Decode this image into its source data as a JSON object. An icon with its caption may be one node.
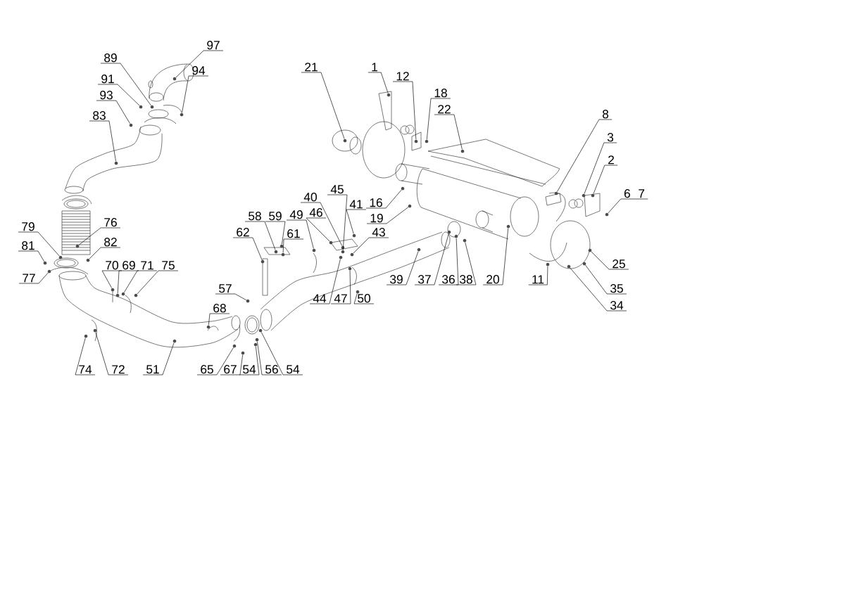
{
  "diagram": {
    "nodes": [
      {
        "text": [
          "97"
        ]
      },
      {
        "text": [
          "89"
        ]
      },
      {
        "text": [
          "94"
        ]
      },
      {
        "text": [
          "91"
        ]
      },
      {
        "text": [
          "93"
        ]
      },
      {
        "text": [
          "83"
        ]
      },
      {
        "text": [
          "21"
        ]
      },
      {
        "text": [
          "1"
        ]
      },
      {
        "text": [
          "12"
        ]
      },
      {
        "text": [
          "18"
        ]
      },
      {
        "text": [
          "22"
        ]
      },
      {
        "text": [
          "8"
        ]
      },
      {
        "text": [
          "3"
        ]
      },
      {
        "text": [
          "2"
        ]
      },
      {
        "text": [
          "6",
          "7"
        ]
      },
      {
        "text": [
          "45"
        ]
      },
      {
        "text": [
          "40"
        ]
      },
      {
        "text": [
          "16"
        ]
      },
      {
        "text": [
          "41"
        ]
      },
      {
        "text": [
          "58"
        ]
      },
      {
        "text": [
          "59"
        ]
      },
      {
        "text": [
          "49"
        ]
      },
      {
        "text": [
          "46"
        ]
      },
      {
        "text": [
          "43"
        ]
      },
      {
        "text": [
          "19"
        ]
      },
      {
        "text": [
          "76"
        ]
      },
      {
        "text": [
          "79"
        ]
      },
      {
        "text": [
          "62"
        ]
      },
      {
        "text": [
          "61"
        ]
      },
      {
        "text": [
          "82"
        ]
      },
      {
        "text": [
          "81"
        ]
      },
      {
        "text": [
          "25"
        ]
      },
      {
        "text": [
          "70"
        ]
      },
      {
        "text": [
          "69"
        ]
      },
      {
        "text": [
          "71"
        ]
      },
      {
        "text": [
          "75"
        ]
      },
      {
        "text": [
          "77"
        ]
      },
      {
        "text": [
          "39"
        ]
      },
      {
        "text": [
          "37"
        ]
      },
      {
        "text": [
          "36"
        ]
      },
      {
        "text": [
          "38"
        ]
      },
      {
        "text": [
          "20"
        ]
      },
      {
        "text": [
          "11"
        ]
      },
      {
        "text": [
          "35"
        ]
      },
      {
        "text": [
          "57"
        ]
      },
      {
        "text": [
          "44"
        ]
      },
      {
        "text": [
          "47"
        ]
      },
      {
        "text": [
          "50"
        ]
      },
      {
        "text": [
          "34"
        ]
      },
      {
        "text": [
          "68"
        ]
      },
      {
        "text": [
          "74"
        ]
      },
      {
        "text": [
          "72"
        ]
      },
      {
        "text": [
          "51"
        ]
      },
      {
        "text": [
          "65"
        ]
      },
      {
        "text": [
          "67"
        ]
      },
      {
        "text": [
          "54"
        ]
      },
      {
        "text": [
          "56"
        ]
      },
      {
        "text": [
          "54"
        ]
      },
      {
        "text": [],
        "shape": "circle"
      },
      {
        "text": [],
        "shape": "circle"
      },
      {
        "text": [],
        "shape": "circle"
      },
      {
        "text": [],
        "shape": "circle"
      },
      {
        "text": [],
        "shape": "circle"
      },
      {
        "text": [],
        "shape": "circle"
      },
      {
        "text": [],
        "shape": "circle"
      },
      {
        "text": [],
        "shape": "circle"
      },
      {
        "text": [],
        "shape": "circle"
      },
      {
        "text": [],
        "shape": "circle"
      },
      {
        "text": [],
        "shape": "circle"
      },
      {
        "text": [],
        "shape": "circle"
      },
      {
        "text": [],
        "shape": "circle"
      },
      {
        "text": [],
        "shape": "circle"
      },
      {
        "text": [],
        "shape": "circle"
      },
      {
        "text": [],
        "shape": "circle"
      },
      {
        "text": [],
        "shape": "circle"
      },
      {
        "text": [],
        "shape": "circle"
      },
      {
        "text": [],
        "shape": "circle"
      },
      {
        "text": [],
        "shape": "circle"
      },
      {
        "text": [],
        "shape": "circle"
      },
      {
        "text": [],
        "shape": "circle"
      },
      {
        "text": [],
        "shape": "circle"
      },
      {
        "text": [],
        "shape": "circle"
      },
      {
        "text": [],
        "shape": "circle"
      },
      {
        "text": [],
        "shape": "circle"
      },
      {
        "text": [],
        "shape": "circle"
      },
      {
        "text": [],
        "shape": "circle"
      },
      {
        "text": [],
        "shape": "circle"
      },
      {
        "text": [],
        "shape": "circle"
      },
      {
        "text": [],
        "shape": "circle"
      },
      {
        "text": [],
        "shape": "circle"
      },
      {
        "text": [],
        "shape": "circle"
      },
      {
        "text": [],
        "shape": "circle"
      },
      {
        "text": [],
        "shape": "circle"
      },
      {
        "text": [],
        "shape": "circle"
      },
      {
        "text": [],
        "shape": "circle"
      },
      {
        "text": [],
        "shape": "circle"
      },
      {
        "text": [],
        "shape": "circle"
      },
      {
        "text": [],
        "shape": "circle"
      },
      {
        "text": [],
        "shape": "circle"
      },
      {
        "text": [],
        "shape": "circle"
      },
      {
        "text": [],
        "shape": "circle"
      },
      {
        "text": [],
        "shape": "circle"
      },
      {
        "text": [],
        "shape": "circle"
      },
      {
        "text": [],
        "shape": "circle"
      },
      {
        "text": [],
        "shape": "circle"
      },
      {
        "text": [],
        "shape": "circle"
      },
      {
        "text": [],
        "shape": "circle"
      },
      {
        "text": [],
        "shape": "circle"
      },
      {
        "text": [],
        "shape": "circle"
      },
      {
        "text": [],
        "shape": "circle"
      },
      {
        "text": [],
        "shape": "circle"
      },
      {
        "text": [],
        "shape": "circle"
      },
      {
        "text": [],
        "shape": "circle"
      },
      {
        "text": [],
        "shape": "circle"
      },
      {
        "text": [],
        "shape": "circle"
      },
      {
        "text": [],
        "shape": "circle"
      }
    ],
    "edges": [
      {
        "from": 0,
        "to": 58,
        "arrow": "none"
      },
      {
        "from": 1,
        "to": 59,
        "arrow": "none"
      },
      {
        "from": 2,
        "to": 60,
        "arrow": "none"
      },
      {
        "from": 3,
        "to": 61,
        "arrow": "none"
      },
      {
        "from": 4,
        "to": 62,
        "arrow": "none"
      },
      {
        "from": 5,
        "to": 63,
        "arrow": "none"
      },
      {
        "from": 6,
        "to": 64,
        "arrow": "none"
      },
      {
        "from": 7,
        "to": 65,
        "arrow": "none"
      },
      {
        "from": 8,
        "to": 66,
        "arrow": "none"
      },
      {
        "from": 9,
        "to": 67,
        "arrow": "none"
      },
      {
        "from": 10,
        "to": 68,
        "arrow": "none"
      },
      {
        "from": 11,
        "to": 69,
        "arrow": "none"
      },
      {
        "from": 12,
        "to": 70,
        "arrow": "none"
      },
      {
        "from": 13,
        "to": 71,
        "arrow": "none"
      },
      {
        "from": 14,
        "to": 72,
        "arrow": "none"
      },
      {
        "from": 15,
        "to": 73,
        "arrow": "none"
      },
      {
        "from": 16,
        "to": 74,
        "arrow": "none"
      },
      {
        "from": 17,
        "to": 75,
        "arrow": "none"
      },
      {
        "from": 18,
        "to": 76,
        "arrow": "none"
      },
      {
        "from": 19,
        "to": 77,
        "arrow": "none"
      },
      {
        "from": 20,
        "to": 78,
        "arrow": "none"
      },
      {
        "from": 21,
        "to": 79,
        "arrow": "none"
      },
      {
        "from": 22,
        "to": 80,
        "arrow": "none"
      },
      {
        "from": 23,
        "to": 81,
        "arrow": "none"
      },
      {
        "from": 24,
        "to": 82,
        "arrow": "none"
      },
      {
        "from": 25,
        "to": 83,
        "arrow": "none"
      },
      {
        "from": 26,
        "to": 84,
        "arrow": "none"
      },
      {
        "from": 27,
        "to": 85,
        "arrow": "none"
      },
      {
        "from": 28,
        "to": 86,
        "arrow": "none"
      },
      {
        "from": 29,
        "to": 87,
        "arrow": "none"
      },
      {
        "from": 30,
        "to": 88,
        "arrow": "none"
      },
      {
        "from": 31,
        "to": 89,
        "arrow": "none"
      },
      {
        "from": 32,
        "to": 90,
        "arrow": "none"
      },
      {
        "from": 33,
        "to": 91,
        "arrow": "none"
      },
      {
        "from": 34,
        "to": 92,
        "arrow": "none"
      },
      {
        "from": 35,
        "to": 93,
        "arrow": "none"
      },
      {
        "from": 36,
        "to": 94,
        "arrow": "none"
      },
      {
        "from": 37,
        "to": 95,
        "arrow": "none"
      },
      {
        "from": 38,
        "to": 96,
        "arrow": "none"
      },
      {
        "from": 39,
        "to": 97,
        "arrow": "none"
      },
      {
        "from": 40,
        "to": 98,
        "arrow": "none"
      },
      {
        "from": 41,
        "to": 99,
        "arrow": "none"
      },
      {
        "from": 42,
        "to": 100,
        "arrow": "none"
      },
      {
        "from": 43,
        "to": 101,
        "arrow": "none"
      },
      {
        "from": 44,
        "to": 102,
        "arrow": "none"
      },
      {
        "from": 45,
        "to": 103,
        "arrow": "none"
      },
      {
        "from": 46,
        "to": 104,
        "arrow": "none"
      },
      {
        "from": 47,
        "to": 105,
        "arrow": "none"
      },
      {
        "from": 48,
        "to": 106,
        "arrow": "none"
      },
      {
        "from": 49,
        "to": 107,
        "arrow": "none"
      },
      {
        "from": 50,
        "to": 108,
        "arrow": "none"
      },
      {
        "from": 51,
        "to": 109,
        "arrow": "none"
      },
      {
        "from": 52,
        "to": 110,
        "arrow": "none"
      },
      {
        "from": 53,
        "to": 111,
        "arrow": "none"
      },
      {
        "from": 54,
        "to": 112,
        "arrow": "none"
      },
      {
        "from": 55,
        "to": 113,
        "arrow": "none"
      },
      {
        "from": 56,
        "to": 114,
        "arrow": "none"
      },
      {
        "from": 57,
        "to": 115,
        "arrow": "none"
      }
    ]
  }
}
